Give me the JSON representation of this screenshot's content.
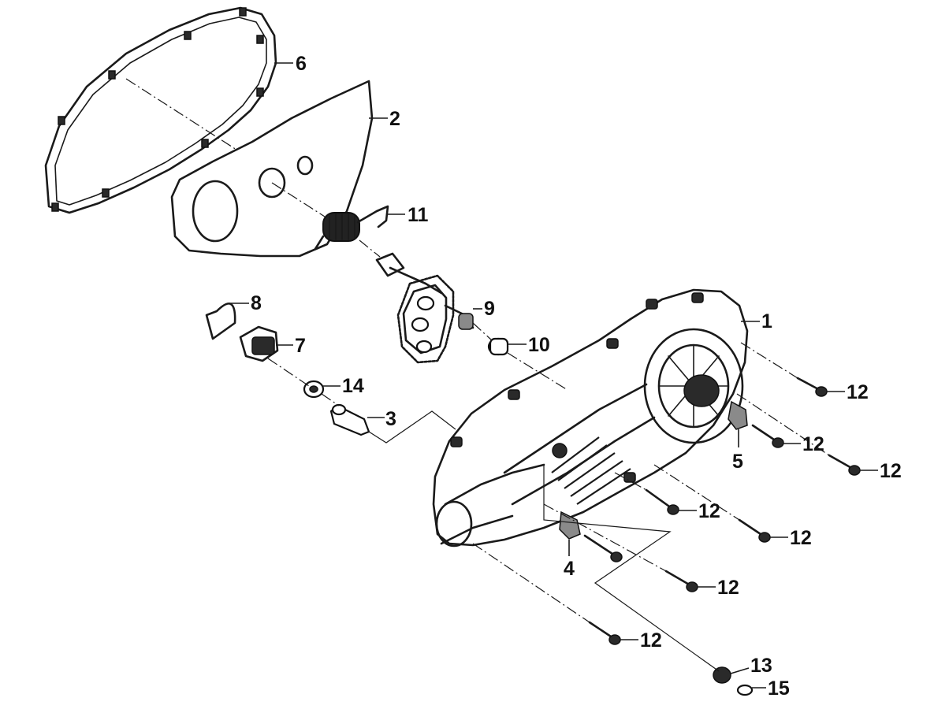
{
  "callouts": [
    {
      "id": "1",
      "label": "1"
    },
    {
      "id": "2",
      "label": "2"
    },
    {
      "id": "3",
      "label": "3"
    },
    {
      "id": "4",
      "label": "4"
    },
    {
      "id": "5",
      "label": "5"
    },
    {
      "id": "6",
      "label": "6"
    },
    {
      "id": "7",
      "label": "7"
    },
    {
      "id": "8",
      "label": "8"
    },
    {
      "id": "9",
      "label": "9"
    },
    {
      "id": "10",
      "label": "10"
    },
    {
      "id": "11",
      "label": "11"
    },
    {
      "id": "12a",
      "label": "12"
    },
    {
      "id": "12b",
      "label": "12"
    },
    {
      "id": "12c",
      "label": "12"
    },
    {
      "id": "12d",
      "label": "12"
    },
    {
      "id": "12e",
      "label": "12"
    },
    {
      "id": "12f",
      "label": "12"
    },
    {
      "id": "12g",
      "label": "12"
    },
    {
      "id": "13",
      "label": "13"
    },
    {
      "id": "14",
      "label": "14"
    },
    {
      "id": "15",
      "label": "15"
    }
  ]
}
